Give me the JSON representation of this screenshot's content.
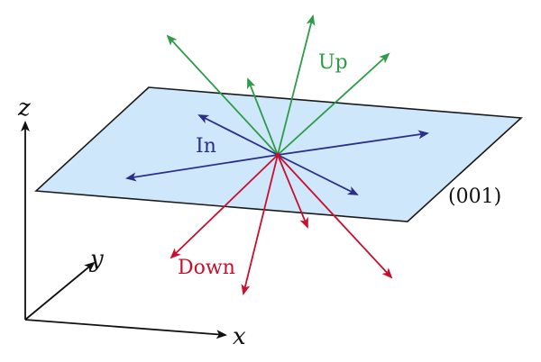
{
  "labels": {
    "up": "Up",
    "in": "In",
    "down": "Down",
    "plane": "(001)",
    "x_axis": "x",
    "y_axis": "y",
    "z_axis": "z"
  },
  "colors": {
    "up": "#2e9b48",
    "in": "#2b2f8a",
    "down": "#c8102e",
    "plane_fill": "#cfe7fb",
    "plane_stroke": "#1a1a1a",
    "axes": "#111111"
  }
}
